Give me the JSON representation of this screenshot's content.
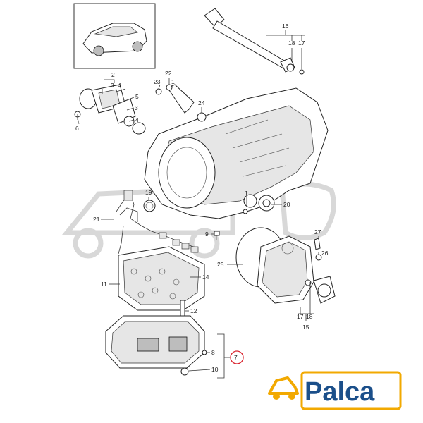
{
  "labels": {
    "l2": "2",
    "l3": "3",
    "l4": "4",
    "l3b": "3",
    "l5": "5",
    "l4b": "4",
    "l6": "6",
    "l22": "22",
    "l23": "23",
    "l1": "1",
    "l24": "24",
    "l16": "16",
    "l18": "18",
    "l17": "17",
    "l19": "19",
    "l1b": "1",
    "l20": "20",
    "l21": "21",
    "l9": "9",
    "l27": "27",
    "l26": "26",
    "l25": "25",
    "l11": "11",
    "l14": "14",
    "l12": "12",
    "l17b": "17",
    "l18b": "18",
    "l15": "15",
    "l8": "8",
    "l10": "10",
    "l7": "7"
  },
  "logo": {
    "text": "Palca",
    "color": "#1b4f8a",
    "accent": "#f2a900"
  },
  "colors": {
    "highlight": "#d9232e",
    "watermark": "#d8d8d8"
  }
}
